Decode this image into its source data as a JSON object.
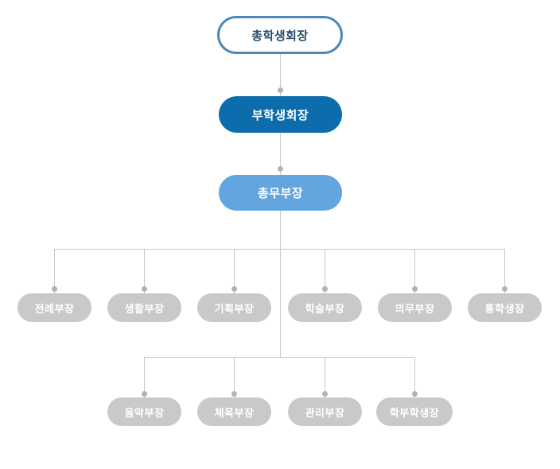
{
  "org_chart": {
    "type": "organization-chart",
    "root": {
      "label": "총학생회장",
      "border_color": "#4d87b8",
      "text_color": "#274b6d",
      "fill_color": "#ffffff"
    },
    "level2": {
      "label": "부학생회장",
      "fill_color": "#0d6cab",
      "text_color": "#ffffff"
    },
    "level3": {
      "label": "총무부장",
      "fill_color": "#63a5de",
      "text_color": "#ffffff"
    },
    "level4": {
      "fill_color": "#c9c9c9",
      "text_color": "#ffffff",
      "items": [
        "전례부장",
        "생활부장",
        "기획부장",
        "학술부장",
        "의무부장",
        "통학생장"
      ]
    },
    "level5": {
      "fill_color": "#c9c9c9",
      "text_color": "#ffffff",
      "items": [
        "음악부장",
        "체육부장",
        "관리부장",
        "학부학생장"
      ]
    },
    "connector_color": "#c9c9c9",
    "dot_color": "#b3b3b3"
  }
}
